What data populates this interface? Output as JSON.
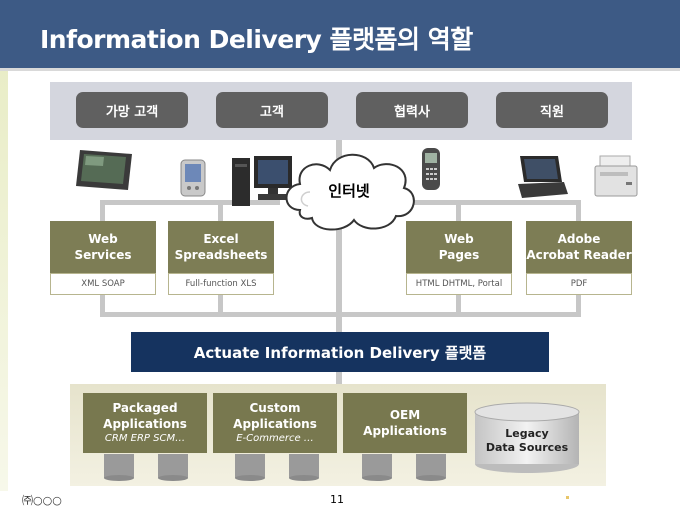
{
  "title": "Information Delivery 플랫폼의 역할",
  "users": [
    "가망 고객",
    "고객",
    "협력사",
    "직원"
  ],
  "cloud_label": "인터넷",
  "services": [
    {
      "line1": "Web",
      "line2": "Services",
      "sub": "XML   SOAP"
    },
    {
      "line1": "Excel",
      "line2": "Spreadsheets",
      "sub": "Full-function XLS"
    },
    {
      "line1": "Web",
      "line2": "Pages",
      "sub": "HTML  DHTML, Portal"
    },
    {
      "line1": "Adobe",
      "line2": "Acrobat Reader",
      "sub": "PDF"
    }
  ],
  "platform": "Actuate Information Delivery 플랫폼",
  "apps": [
    {
      "line1": "Packaged",
      "line2": "Applications",
      "sub": "CRM  ERP  SCM…"
    },
    {
      "line1": "Custom",
      "line2": "Applications",
      "sub": "E-Commerce …"
    },
    {
      "line1": "OEM",
      "line2": "Applications",
      "sub": ""
    }
  ],
  "legacy": {
    "line1": "Legacy",
    "line2": "Data Sources"
  },
  "footer": {
    "left": "㈜○○○",
    "page": "11"
  },
  "colors": {
    "title_bar": "#3d5a85",
    "platform": "#15335f",
    "box_olive": "#7d7d55",
    "pill": "#606060"
  },
  "icons": [
    "tablet-icon",
    "pda-icon",
    "desktop-pc-icon",
    "mobile-phone-icon",
    "laptop-icon",
    "printer-icon",
    "cloud-icon",
    "database-cylinder-icon"
  ]
}
